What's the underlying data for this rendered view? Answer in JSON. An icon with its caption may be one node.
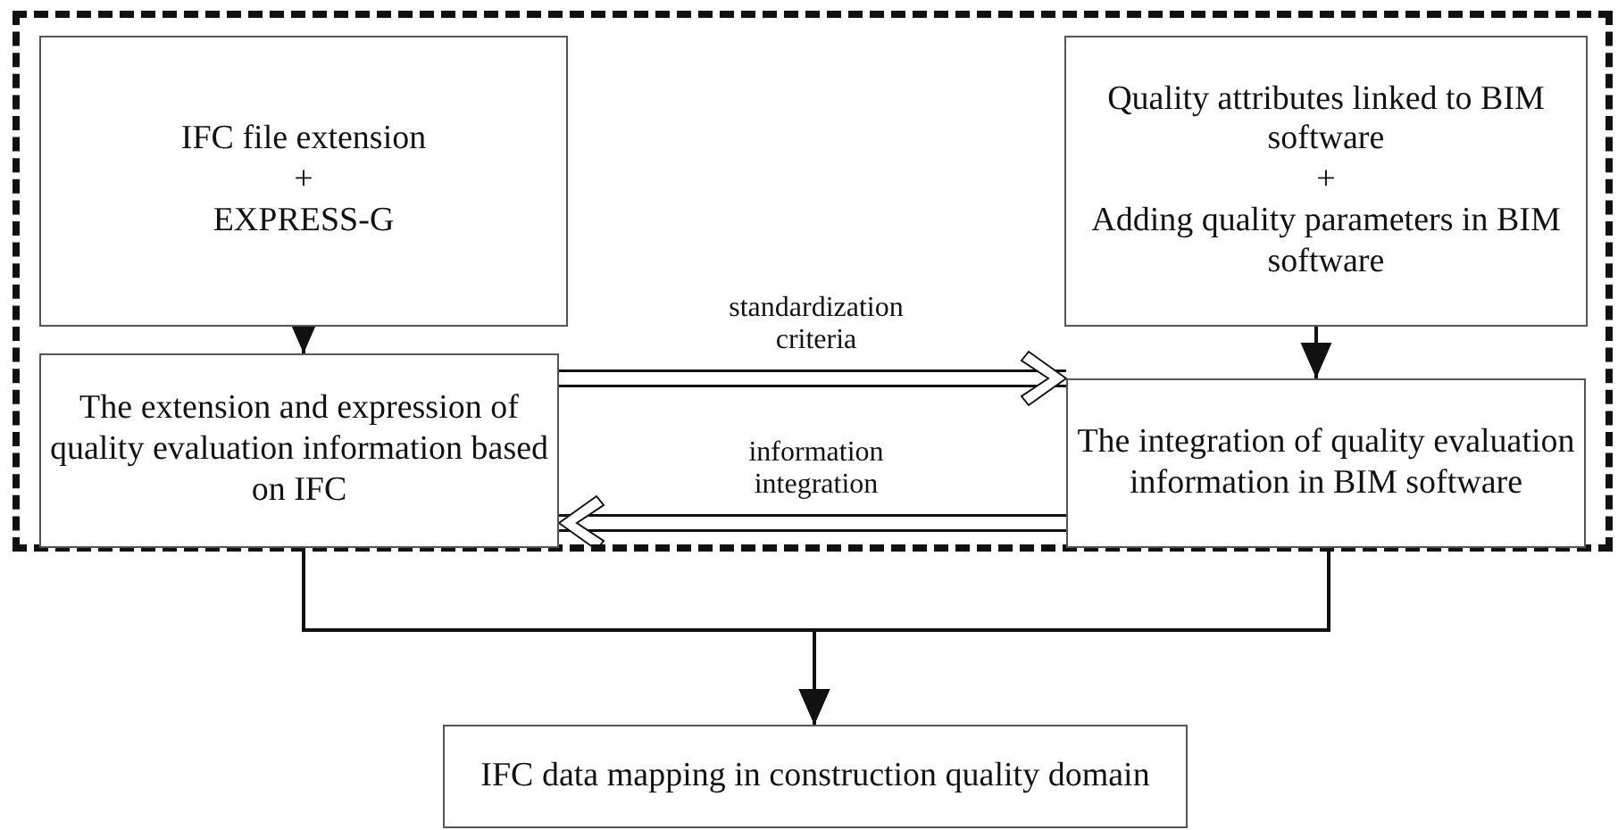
{
  "diagram": {
    "nodes": [
      {
        "text": [],
        "shape": "box"
      },
      {
        "text": [
          "IFC file extension",
          "+",
          "EXPRESS-G"
        ],
        "in": 0
      },
      {
        "text": [
          "Quality attributes linked to BIM software",
          "+",
          "Adding quality parameters in BIM software"
        ],
        "in": 0
      },
      {
        "text": [
          "The extension and expression of quality evaluation information based on IFC"
        ],
        "in": 0
      },
      {
        "text": [
          "The integration of quality evaluation information in BIM software"
        ],
        "in": 0
      },
      {
        "text": [
          "IFC data mapping in construction quality domain"
        ]
      }
    ],
    "edges": [
      {
        "from": 1,
        "to": 3,
        "arrow": "to"
      },
      {
        "from": 2,
        "to": 4,
        "arrow": "to"
      },
      {
        "from": 3,
        "to": 4,
        "arrow": "to",
        "label": "standardization criteria",
        "style": "thick"
      },
      {
        "from": 4,
        "to": 3,
        "arrow": "to",
        "label": "information integration",
        "style": "thick"
      },
      {
        "from": 3,
        "to": 5,
        "arrow": "to"
      },
      {
        "from": 4,
        "to": 5,
        "arrow": "to"
      }
    ]
  }
}
